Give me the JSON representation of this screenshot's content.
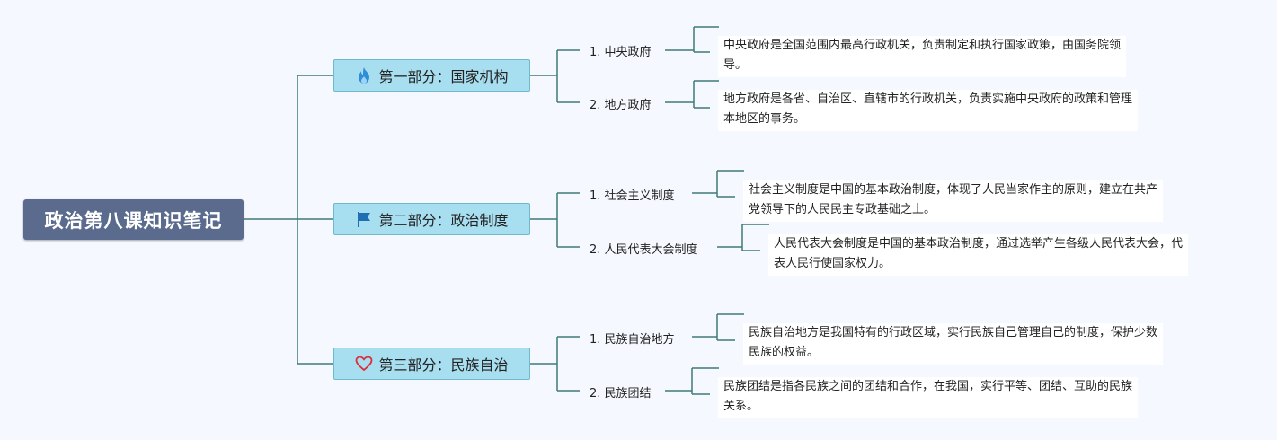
{
  "title": "政治第八课知识笔记",
  "colors": {
    "line": "#3e7b78",
    "root_bg": "#5b6b8d",
    "branch_bg": "#a8dff0",
    "branch_border": "#6fb9cd"
  },
  "branches": [
    {
      "label": "第一部分：国家机构",
      "icon": "fire-icon",
      "items": [
        {
          "label": "1. 中央政府",
          "desc_lines": [
            "中央政府是全国范围内最高行政机关，负责制定和执行国家政策，由国务院领",
            "导。"
          ]
        },
        {
          "label": "2. 地方政府",
          "desc_lines": [
            "地方政府是各省、自治区、直辖市的行政机关，负责实施中央政府的政策和管理",
            "本地区的事务。"
          ]
        }
      ]
    },
    {
      "label": "第二部分：政治制度",
      "icon": "flag-icon",
      "items": [
        {
          "label": "1. 社会主义制度",
          "desc_lines": [
            "社会主义制度是中国的基本政治制度，体现了人民当家作主的原则，建立在共产",
            "党领导下的人民民主专政基础之上。"
          ]
        },
        {
          "label": "2. 人民代表大会制度",
          "desc_lines": [
            "人民代表大会制度是中国的基本政治制度，通过选举产生各级人民代表大会，代",
            "表人民行使国家权力。"
          ]
        }
      ]
    },
    {
      "label": "第三部分：民族自治",
      "icon": "heart-icon",
      "items": [
        {
          "label": "1. 民族自治地方",
          "desc_lines": [
            "民族自治地方是我国特有的行政区域，实行民族自己管理自己的制度，保护少数",
            "民族的权益。"
          ]
        },
        {
          "label": "2. 民族团结",
          "desc_lines": [
            "民族团结是指各民族之间的团结和合作，在我国，实行平等、团结、互助的民族",
            "关系。"
          ]
        }
      ]
    }
  ]
}
